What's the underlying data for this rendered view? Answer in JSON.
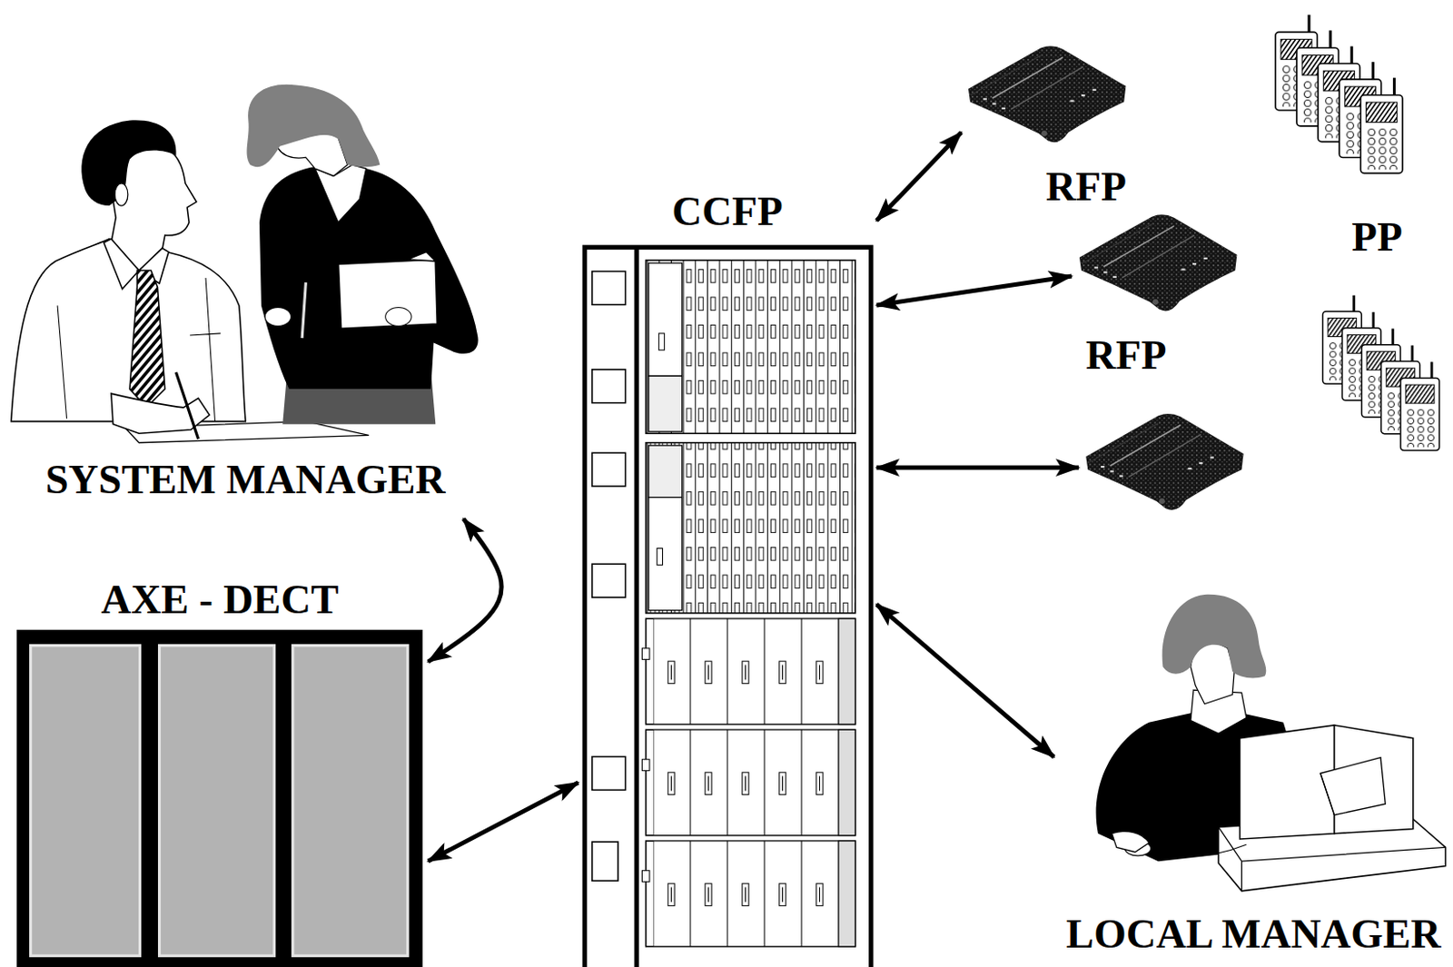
{
  "diagram": {
    "nodes": [
      {
        "text": [
          "SYSTEM MANAGER"
        ]
      },
      {
        "text": [
          "CCFP"
        ]
      },
      {
        "text": [
          "RFP"
        ]
      },
      {
        "text": [
          "RFP"
        ]
      },
      {
        "text": []
      },
      {
        "text": [
          "AXE - DECT"
        ]
      },
      {
        "text": [
          "LOCAL MANAGER"
        ]
      }
    ],
    "edges": [
      {
        "from": 0,
        "to": 5,
        "arrow": "both"
      },
      {
        "from": 5,
        "to": 1,
        "arrow": "both"
      },
      {
        "from": 1,
        "to": 2,
        "arrow": "both"
      },
      {
        "from": 1,
        "to": 3,
        "arrow": "both"
      },
      {
        "from": 1,
        "to": 4,
        "arrow": "both"
      },
      {
        "from": 1,
        "to": 6,
        "arrow": "both"
      }
    ],
    "labels": [
      "PP"
    ]
  }
}
